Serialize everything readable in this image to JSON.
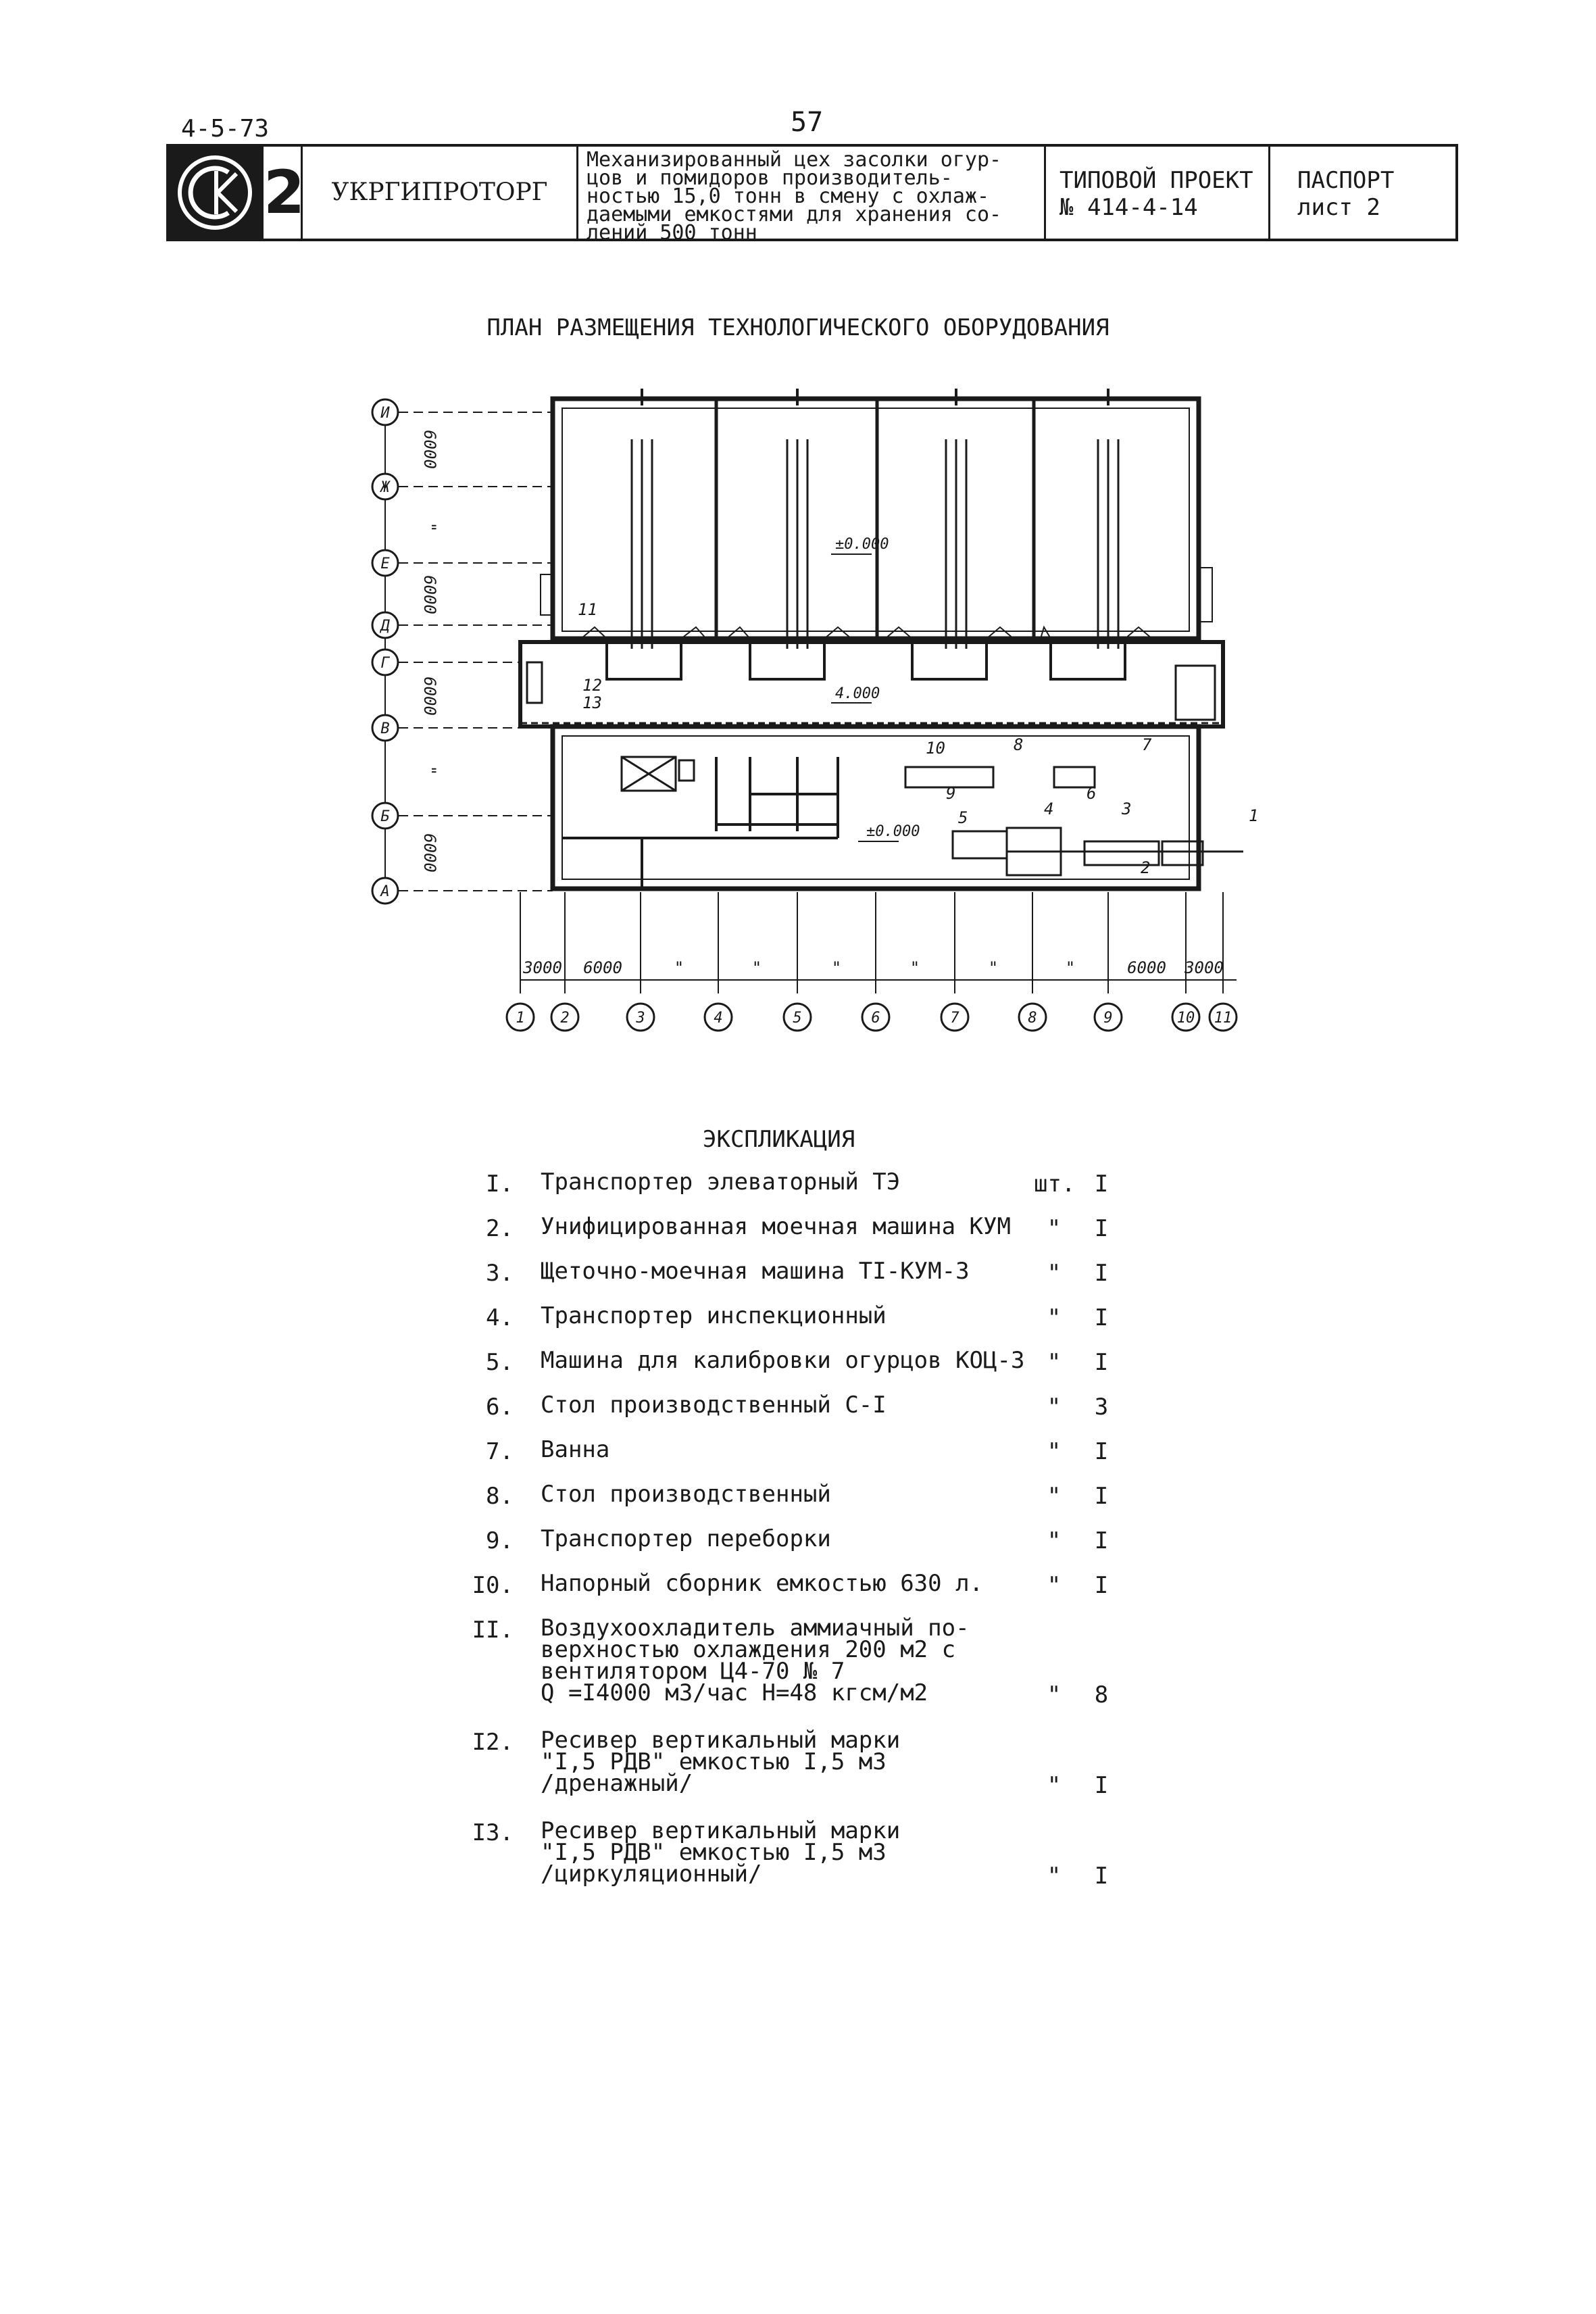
{
  "header": {
    "doc_code": "4-5-73",
    "page_number": "57",
    "series_number": "2",
    "organization": "УКРГИПРОТОРГ",
    "description": [
      "Механизированный цех засолки огур-",
      "цов и помидоров производитель-",
      "ностью 15,0 тонн в смену с охлаж-",
      "даемыми емкостями для хранения со-",
      "лений 500 тонн"
    ],
    "project_label": "ТИПОВОЙ ПРОЕКТ",
    "project_number": "№ 414-4-14",
    "sheet_label": "ПАСПОРТ",
    "sheet_number": "лист 2"
  },
  "plan": {
    "title": "ПЛАН РАЗМЕЩЕНИЯ ТЕХНОЛОГИЧЕСКОГО ОБОРУДОВАНИЯ",
    "row_axes": [
      "И",
      "Ж",
      "Е",
      "Д",
      "Г",
      "В",
      "Б",
      "А"
    ],
    "column_axes": [
      "1",
      "2",
      "3",
      "4",
      "5",
      "6",
      "7",
      "8",
      "9",
      "10",
      "11"
    ],
    "left_dims": [
      "6000",
      "\"",
      "6000",
      "6000",
      "\"",
      "6000"
    ],
    "bottom_dims": [
      "3000",
      "6000",
      "\"",
      "\"",
      "\"",
      "\"",
      "\"",
      "\"",
      "6000",
      "3000"
    ],
    "level_upper": "±0.000",
    "level_mid": "4.000",
    "level_lower": "±0.000",
    "equipment_labels": [
      "1",
      "2",
      "3",
      "4",
      "5",
      "6",
      "7",
      "8",
      "9",
      "10",
      "11",
      "12",
      "13"
    ]
  },
  "explication": {
    "title": "ЭКСПЛИКАЦИЯ",
    "items": [
      {
        "num": "I.",
        "lines": [
          "Транспортер элеваторный ТЭ"
        ],
        "unit": "шт.",
        "qty": "I"
      },
      {
        "num": "2.",
        "lines": [
          "Унифицированная моечная машина КУМ"
        ],
        "unit": "\"",
        "qty": "I"
      },
      {
        "num": "3.",
        "lines": [
          "Щеточно-моечная машина TI-КУМ-3"
        ],
        "unit": "\"",
        "qty": "I"
      },
      {
        "num": "4.",
        "lines": [
          "Транспортер инспекционный"
        ],
        "unit": "\"",
        "qty": "I"
      },
      {
        "num": "5.",
        "lines": [
          "Машина для калибровки огурцов КОЦ-3"
        ],
        "unit": "\"",
        "qty": "I"
      },
      {
        "num": "6.",
        "lines": [
          "Стол производственный С-I"
        ],
        "unit": "\"",
        "qty": "3"
      },
      {
        "num": "7.",
        "lines": [
          "Ванна"
        ],
        "unit": "\"",
        "qty": "I"
      },
      {
        "num": "8.",
        "lines": [
          "Стол производственный"
        ],
        "unit": "\"",
        "qty": "I"
      },
      {
        "num": "9.",
        "lines": [
          "Транспортер переборки"
        ],
        "unit": "\"",
        "qty": "I"
      },
      {
        "num": "I0.",
        "lines": [
          "Напорный сборник емкостью 630 л."
        ],
        "unit": "\"",
        "qty": "I"
      },
      {
        "num": "II.",
        "lines": [
          "Воздухоохладитель аммиачный по-",
          "верхностью охлаждения 200 м2 с",
          "вентилятором Ц4-70 № 7",
          "Q =I4000 м3/час Н=48 кгсм/м2"
        ],
        "unit": "\"",
        "qty": "8"
      },
      {
        "num": "I2.",
        "lines": [
          "Ресивер вертикальный марки",
          "\"I,5 РДВ\" емкостью I,5 м3",
          "/дренажный/"
        ],
        "unit": "\"",
        "qty": "I"
      },
      {
        "num": "I3.",
        "lines": [
          "Ресивер вертикальный марки",
          "\"I,5 РДВ\" емкостью I,5 м3",
          "/циркуляционный/"
        ],
        "unit": "\"",
        "qty": "I"
      }
    ]
  }
}
